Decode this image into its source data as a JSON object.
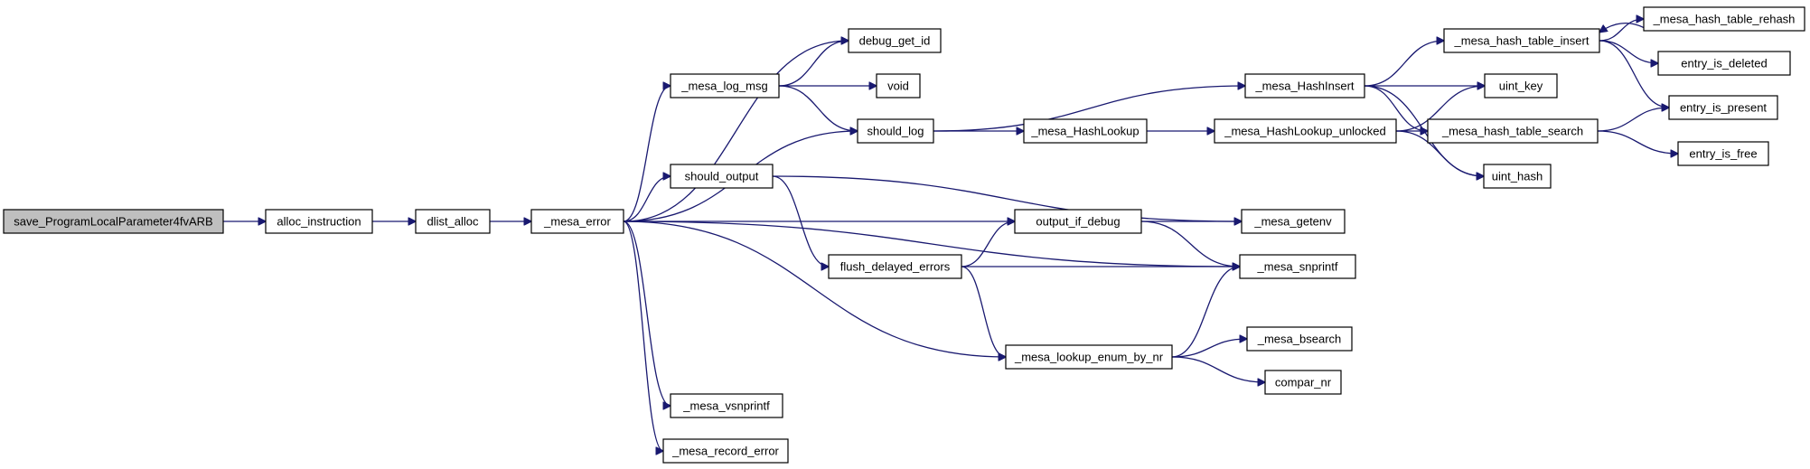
{
  "graph": {
    "colors": {
      "edge": "#191970",
      "node_border": "#000000",
      "node_fill": "#ffffff",
      "root_fill": "#bfbfbf"
    },
    "nodes": [
      {
        "id": "save",
        "label": "save_ProgramLocalParameter4fvARB"
      },
      {
        "id": "alloc_instruction",
        "label": "alloc_instruction"
      },
      {
        "id": "dlist_alloc",
        "label": "dlist_alloc"
      },
      {
        "id": "mesa_error",
        "label": "_mesa_error"
      },
      {
        "id": "mesa_log_msg",
        "label": "_mesa_log_msg"
      },
      {
        "id": "should_output",
        "label": "should_output"
      },
      {
        "id": "mesa_vsnprintf",
        "label": "_mesa_vsnprintf"
      },
      {
        "id": "mesa_record_error",
        "label": "_mesa_record_error"
      },
      {
        "id": "debug_get_id",
        "label": "debug_get_id"
      },
      {
        "id": "void",
        "label": "void"
      },
      {
        "id": "should_log",
        "label": "should_log"
      },
      {
        "id": "flush_delayed_errors",
        "label": "flush_delayed_errors"
      },
      {
        "id": "output_if_debug",
        "label": "output_if_debug"
      },
      {
        "id": "mesa_lookup_enum_by_nr",
        "label": "_mesa_lookup_enum_by_nr"
      },
      {
        "id": "mesa_HashLookup",
        "label": "_mesa_HashLookup"
      },
      {
        "id": "mesa_HashInsert",
        "label": "_mesa_HashInsert"
      },
      {
        "id": "mesa_HashLookup_unlocked",
        "label": "_mesa_HashLookup_unlocked"
      },
      {
        "id": "mesa_getenv",
        "label": "_mesa_getenv"
      },
      {
        "id": "mesa_snprintf",
        "label": "_mesa_snprintf"
      },
      {
        "id": "mesa_bsearch",
        "label": "_mesa_bsearch"
      },
      {
        "id": "compar_nr",
        "label": "compar_nr"
      },
      {
        "id": "mesa_hash_table_insert",
        "label": "_mesa_hash_table_insert"
      },
      {
        "id": "mesa_hash_table_search",
        "label": "_mesa_hash_table_search"
      },
      {
        "id": "uint_key",
        "label": "uint_key"
      },
      {
        "id": "uint_hash",
        "label": "uint_hash"
      },
      {
        "id": "mesa_hash_table_rehash",
        "label": "_mesa_hash_table_rehash"
      },
      {
        "id": "entry_is_deleted",
        "label": "entry_is_deleted"
      },
      {
        "id": "entry_is_present",
        "label": "entry_is_present"
      },
      {
        "id": "entry_is_free",
        "label": "entry_is_free"
      }
    ],
    "edges": [
      [
        "save",
        "alloc_instruction"
      ],
      [
        "alloc_instruction",
        "dlist_alloc"
      ],
      [
        "dlist_alloc",
        "mesa_error"
      ],
      [
        "mesa_error",
        "debug_get_id"
      ],
      [
        "mesa_error",
        "mesa_log_msg"
      ],
      [
        "mesa_error",
        "should_log"
      ],
      [
        "mesa_error",
        "should_output"
      ],
      [
        "mesa_error",
        "output_if_debug"
      ],
      [
        "mesa_error",
        "mesa_snprintf"
      ],
      [
        "mesa_error",
        "mesa_lookup_enum_by_nr"
      ],
      [
        "mesa_error",
        "mesa_vsnprintf"
      ],
      [
        "mesa_error",
        "mesa_record_error"
      ],
      [
        "mesa_log_msg",
        "debug_get_id"
      ],
      [
        "mesa_log_msg",
        "void"
      ],
      [
        "mesa_log_msg",
        "should_log"
      ],
      [
        "should_log",
        "mesa_HashInsert"
      ],
      [
        "should_log",
        "mesa_HashLookup"
      ],
      [
        "should_output",
        "mesa_getenv"
      ],
      [
        "should_output",
        "flush_delayed_errors"
      ],
      [
        "flush_delayed_errors",
        "output_if_debug"
      ],
      [
        "flush_delayed_errors",
        "mesa_snprintf"
      ],
      [
        "flush_delayed_errors",
        "mesa_lookup_enum_by_nr"
      ],
      [
        "output_if_debug",
        "mesa_getenv"
      ],
      [
        "output_if_debug",
        "mesa_snprintf"
      ],
      [
        "mesa_lookup_enum_by_nr",
        "mesa_snprintf"
      ],
      [
        "mesa_lookup_enum_by_nr",
        "mesa_bsearch"
      ],
      [
        "mesa_lookup_enum_by_nr",
        "compar_nr"
      ],
      [
        "mesa_HashLookup",
        "mesa_HashLookup_unlocked"
      ],
      [
        "mesa_HashLookup_unlocked",
        "uint_key"
      ],
      [
        "mesa_HashLookup_unlocked",
        "mesa_hash_table_search"
      ],
      [
        "mesa_HashLookup_unlocked",
        "uint_hash"
      ],
      [
        "mesa_HashInsert",
        "mesa_hash_table_insert"
      ],
      [
        "mesa_HashInsert",
        "uint_key"
      ],
      [
        "mesa_HashInsert",
        "mesa_hash_table_search"
      ],
      [
        "mesa_HashInsert",
        "uint_hash"
      ],
      [
        "mesa_hash_table_insert",
        "mesa_hash_table_rehash"
      ],
      [
        "mesa_hash_table_insert",
        "entry_is_deleted"
      ],
      [
        "mesa_hash_table_insert",
        "entry_is_present"
      ],
      [
        "mesa_hash_table_rehash",
        "mesa_hash_table_insert"
      ],
      [
        "mesa_hash_table_search",
        "entry_is_present"
      ],
      [
        "mesa_hash_table_search",
        "entry_is_free"
      ]
    ]
  }
}
